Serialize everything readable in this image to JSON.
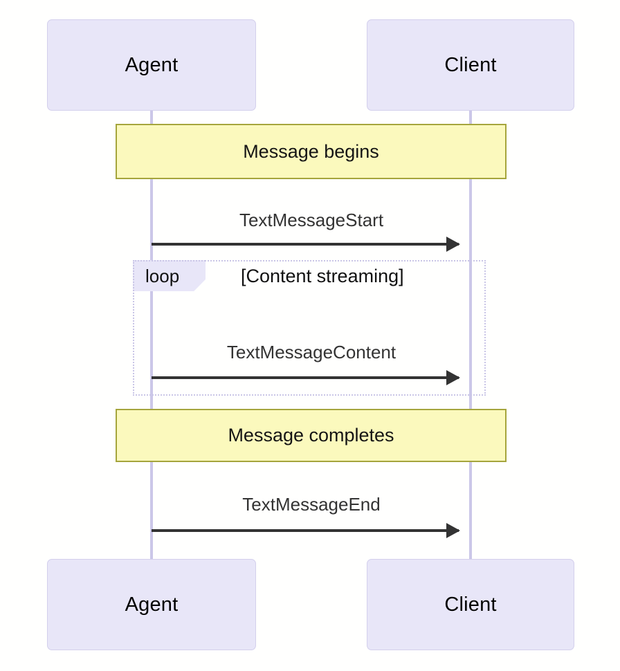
{
  "diagram": {
    "type": "sequence-diagram",
    "colors": {
      "participant_fill": "#e8e6f8",
      "participant_border": "#d3cfec",
      "lifeline": "#cbc7e8",
      "note_fill": "#fbf9bd",
      "note_border": "#a5a53c",
      "loop_border": "#c9c5e6",
      "arrow": "#333333",
      "background": "#fffffe"
    },
    "participants": [
      {
        "id": "agent",
        "label": "Agent"
      },
      {
        "id": "client",
        "label": "Client"
      }
    ],
    "participants_bottom": [
      {
        "id": "agent",
        "label": "Agent"
      },
      {
        "id": "client",
        "label": "Client"
      }
    ],
    "notes": [
      {
        "id": "note-message-begins",
        "text": "Message begins"
      },
      {
        "id": "note-message-completes",
        "text": "Message completes"
      }
    ],
    "fragments": [
      {
        "id": "loop-content-streaming",
        "kind": "loop",
        "kind_label": "loop",
        "condition": "[Content streaming]"
      }
    ],
    "messages": [
      {
        "id": "msg-text-message-start",
        "label": "TextMessageStart",
        "from": "agent",
        "to": "client"
      },
      {
        "id": "msg-text-message-content",
        "label": "TextMessageContent",
        "from": "agent",
        "to": "client"
      },
      {
        "id": "msg-text-message-end",
        "label": "TextMessageEnd",
        "from": "agent",
        "to": "client"
      }
    ]
  }
}
